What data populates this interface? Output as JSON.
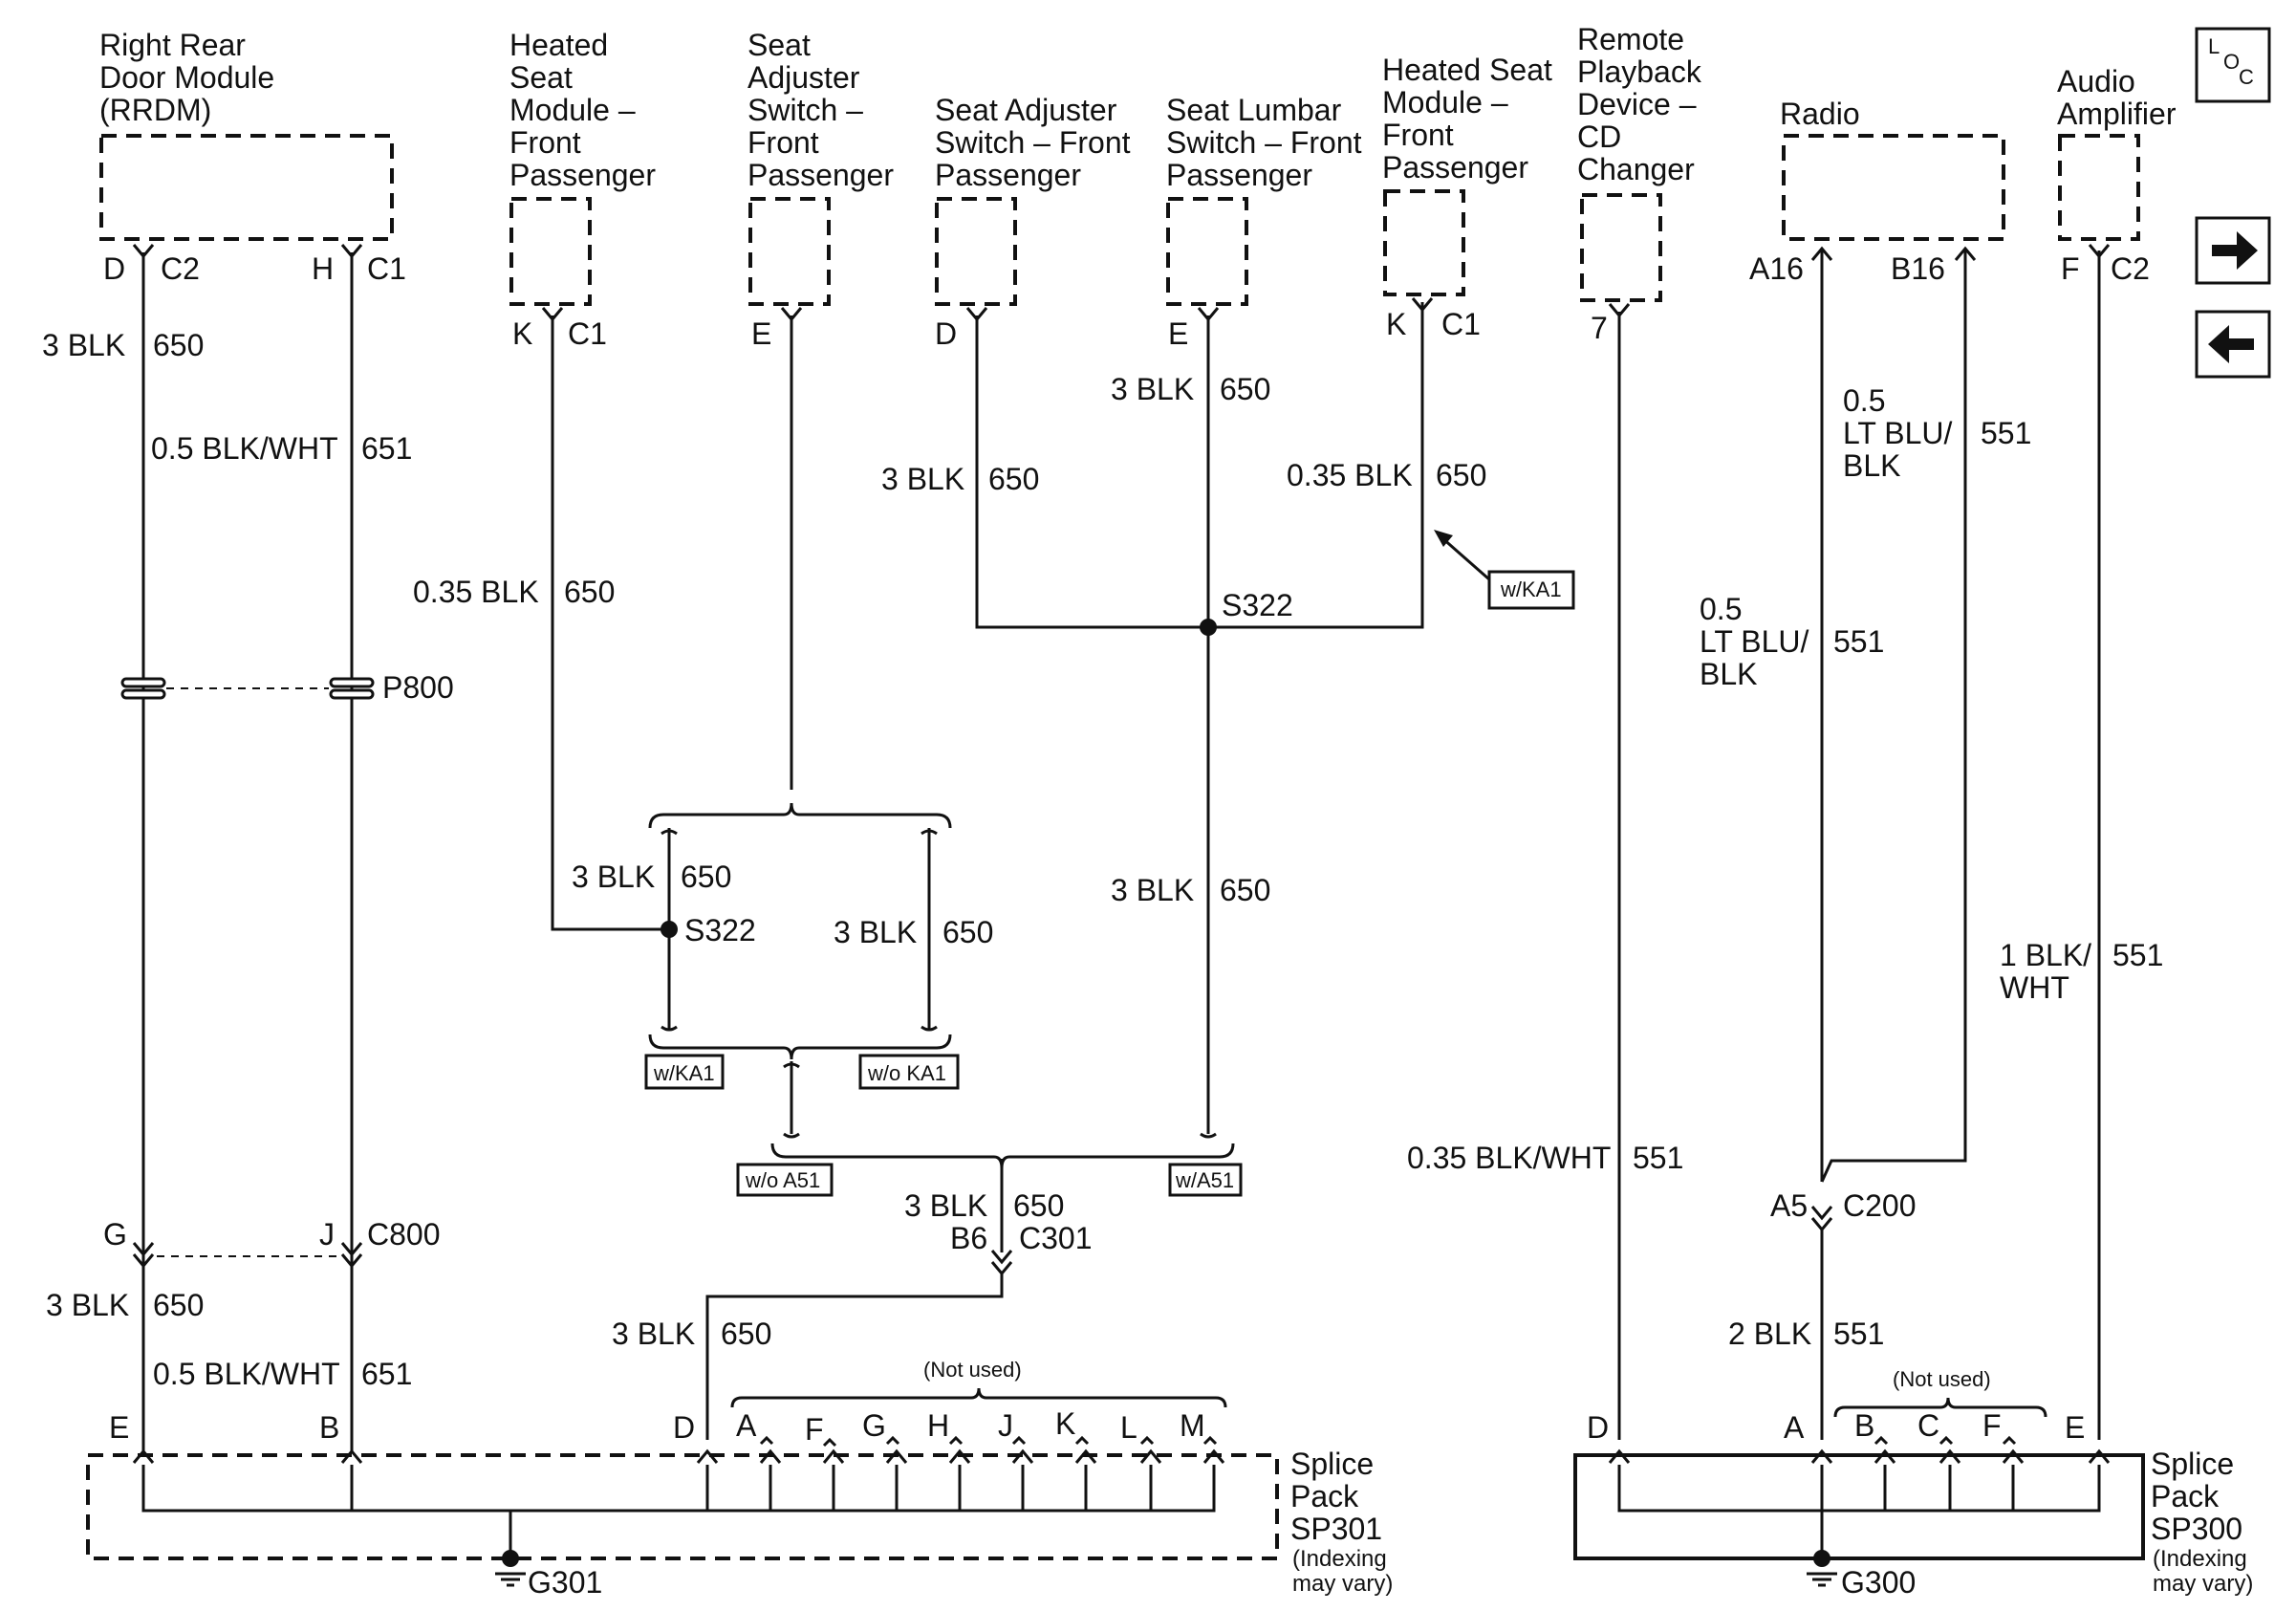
{
  "components": {
    "rrdm": [
      "Right Rear",
      "Door Module",
      "(RRDM)"
    ],
    "hsm1": [
      "Heated",
      "Seat",
      "Module –",
      "Front",
      "Passenger"
    ],
    "sas1": [
      "Seat",
      "Adjuster",
      "Switch –",
      "Front",
      "Passenger"
    ],
    "sas2": [
      "Seat Adjuster",
      "Switch – Front",
      "Passenger"
    ],
    "sls": [
      "Seat Lumbar",
      "Switch – Front",
      "Passenger"
    ],
    "hsm2": [
      "Heated Seat",
      "Module –",
      "Front",
      "Passenger"
    ],
    "rpd": [
      "Remote",
      "Playback",
      "Device –",
      "CD",
      "Changer"
    ],
    "radio": [
      "Radio"
    ],
    "amp": [
      "Audio",
      "Amplifier"
    ]
  },
  "pins": {
    "rrdm_d": "D",
    "rrdm_c2": "C2",
    "rrdm_h": "H",
    "rrdm_c1": "C1",
    "hsm1_k": "K",
    "hsm1_c1": "C1",
    "sas1_e": "E",
    "sas2_d": "D",
    "sls_e": "E",
    "hsm2_k": "K",
    "hsm2_c1": "C1",
    "rpd_7": "7",
    "radio_a16": "A16",
    "radio_b16": "B16",
    "amp_f": "F",
    "amp_c2": "C2"
  },
  "wires": {
    "w1": [
      "3 BLK",
      "650"
    ],
    "w2": [
      "0.5 BLK/WHT",
      "651"
    ],
    "w3": [
      "0.35 BLK",
      "650"
    ],
    "w4": [
      "3 BLK",
      "650"
    ],
    "w5": [
      "3 BLK",
      "650"
    ],
    "w6": [
      "0.35 BLK",
      "650"
    ],
    "w7": [
      "3 BLK",
      "650"
    ],
    "w8": [
      "3 BLK",
      "650"
    ],
    "w9": [
      "3 BLK",
      "650"
    ],
    "w10": [
      "3 BLK",
      "650"
    ],
    "w11": [
      "3 BLK",
      "650"
    ],
    "w12": [
      "0.5 BLK/WHT",
      "651"
    ],
    "w13": [
      "3 BLK",
      "650"
    ],
    "w14": [
      "0.35 BLK/WHT",
      "551"
    ],
    "w15": [
      "0.5",
      "LT BLU/",
      "BLK",
      "551"
    ],
    "w16": [
      "0.5",
      "LT BLU/",
      "BLK",
      "551"
    ],
    "w17": [
      "1 BLK/",
      "WHT",
      "551"
    ],
    "w18": [
      "2 BLK",
      "551"
    ]
  },
  "splices": {
    "s322_top": "S322",
    "s322_left": "S322"
  },
  "connectors": {
    "p800": "P800",
    "g": "G",
    "j": "J",
    "c800": "C800",
    "b6": "B6",
    "c301": "C301",
    "a5": "A5",
    "c200": "C200"
  },
  "options": {
    "wka1_a": "w/KA1",
    "wka1_b": "w/KA1",
    "woka1": "w/o KA1",
    "woa51": "w/o A51",
    "wa51": "w/A51"
  },
  "sp301": {
    "pins": [
      "E",
      "B",
      "D",
      "A",
      "F",
      "G",
      "H",
      "J",
      "K",
      "L",
      "M"
    ],
    "not_used": "(Not used)",
    "label": [
      "Splice",
      "Pack",
      "SP301"
    ],
    "note": [
      "(Indexing",
      "may vary)"
    ],
    "ground": "G301"
  },
  "sp300": {
    "pins": [
      "D",
      "A",
      "B",
      "C",
      "F",
      "E"
    ],
    "not_used": "(Not used)",
    "label": [
      "Splice",
      "Pack",
      "SP300"
    ],
    "note": [
      "(Indexing",
      "may vary)"
    ],
    "ground": "G300"
  },
  "nav": {
    "loc": [
      "L",
      "O",
      "C"
    ]
  }
}
